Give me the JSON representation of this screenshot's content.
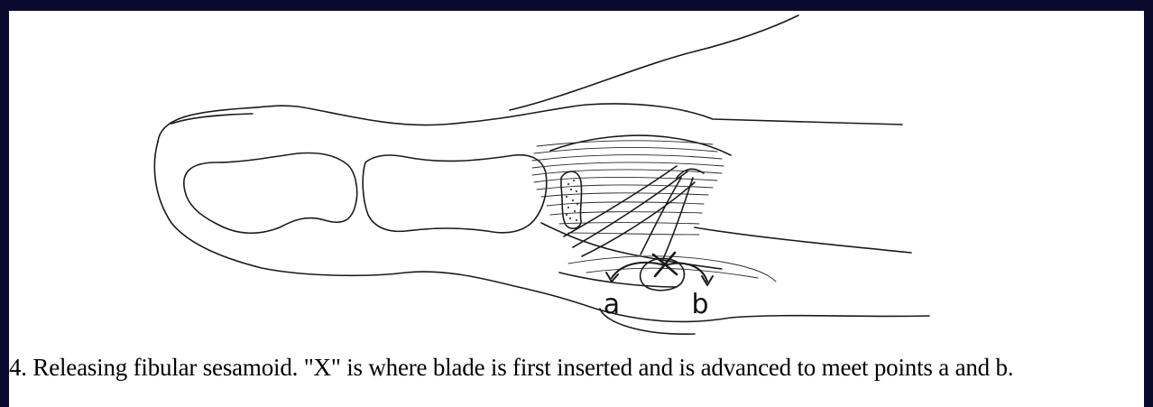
{
  "figure": {
    "point_labels": {
      "a": "a",
      "b": "b",
      "x_mark": "X"
    },
    "caption": "4. Releasing fibular sesamoid. \"X\" is where blade is first inserted and is advanced to meet points a and b."
  },
  "colors": {
    "page_background": "#0a0a2e",
    "frame_background": "#ffffff",
    "ink": "#1a1a1a"
  }
}
